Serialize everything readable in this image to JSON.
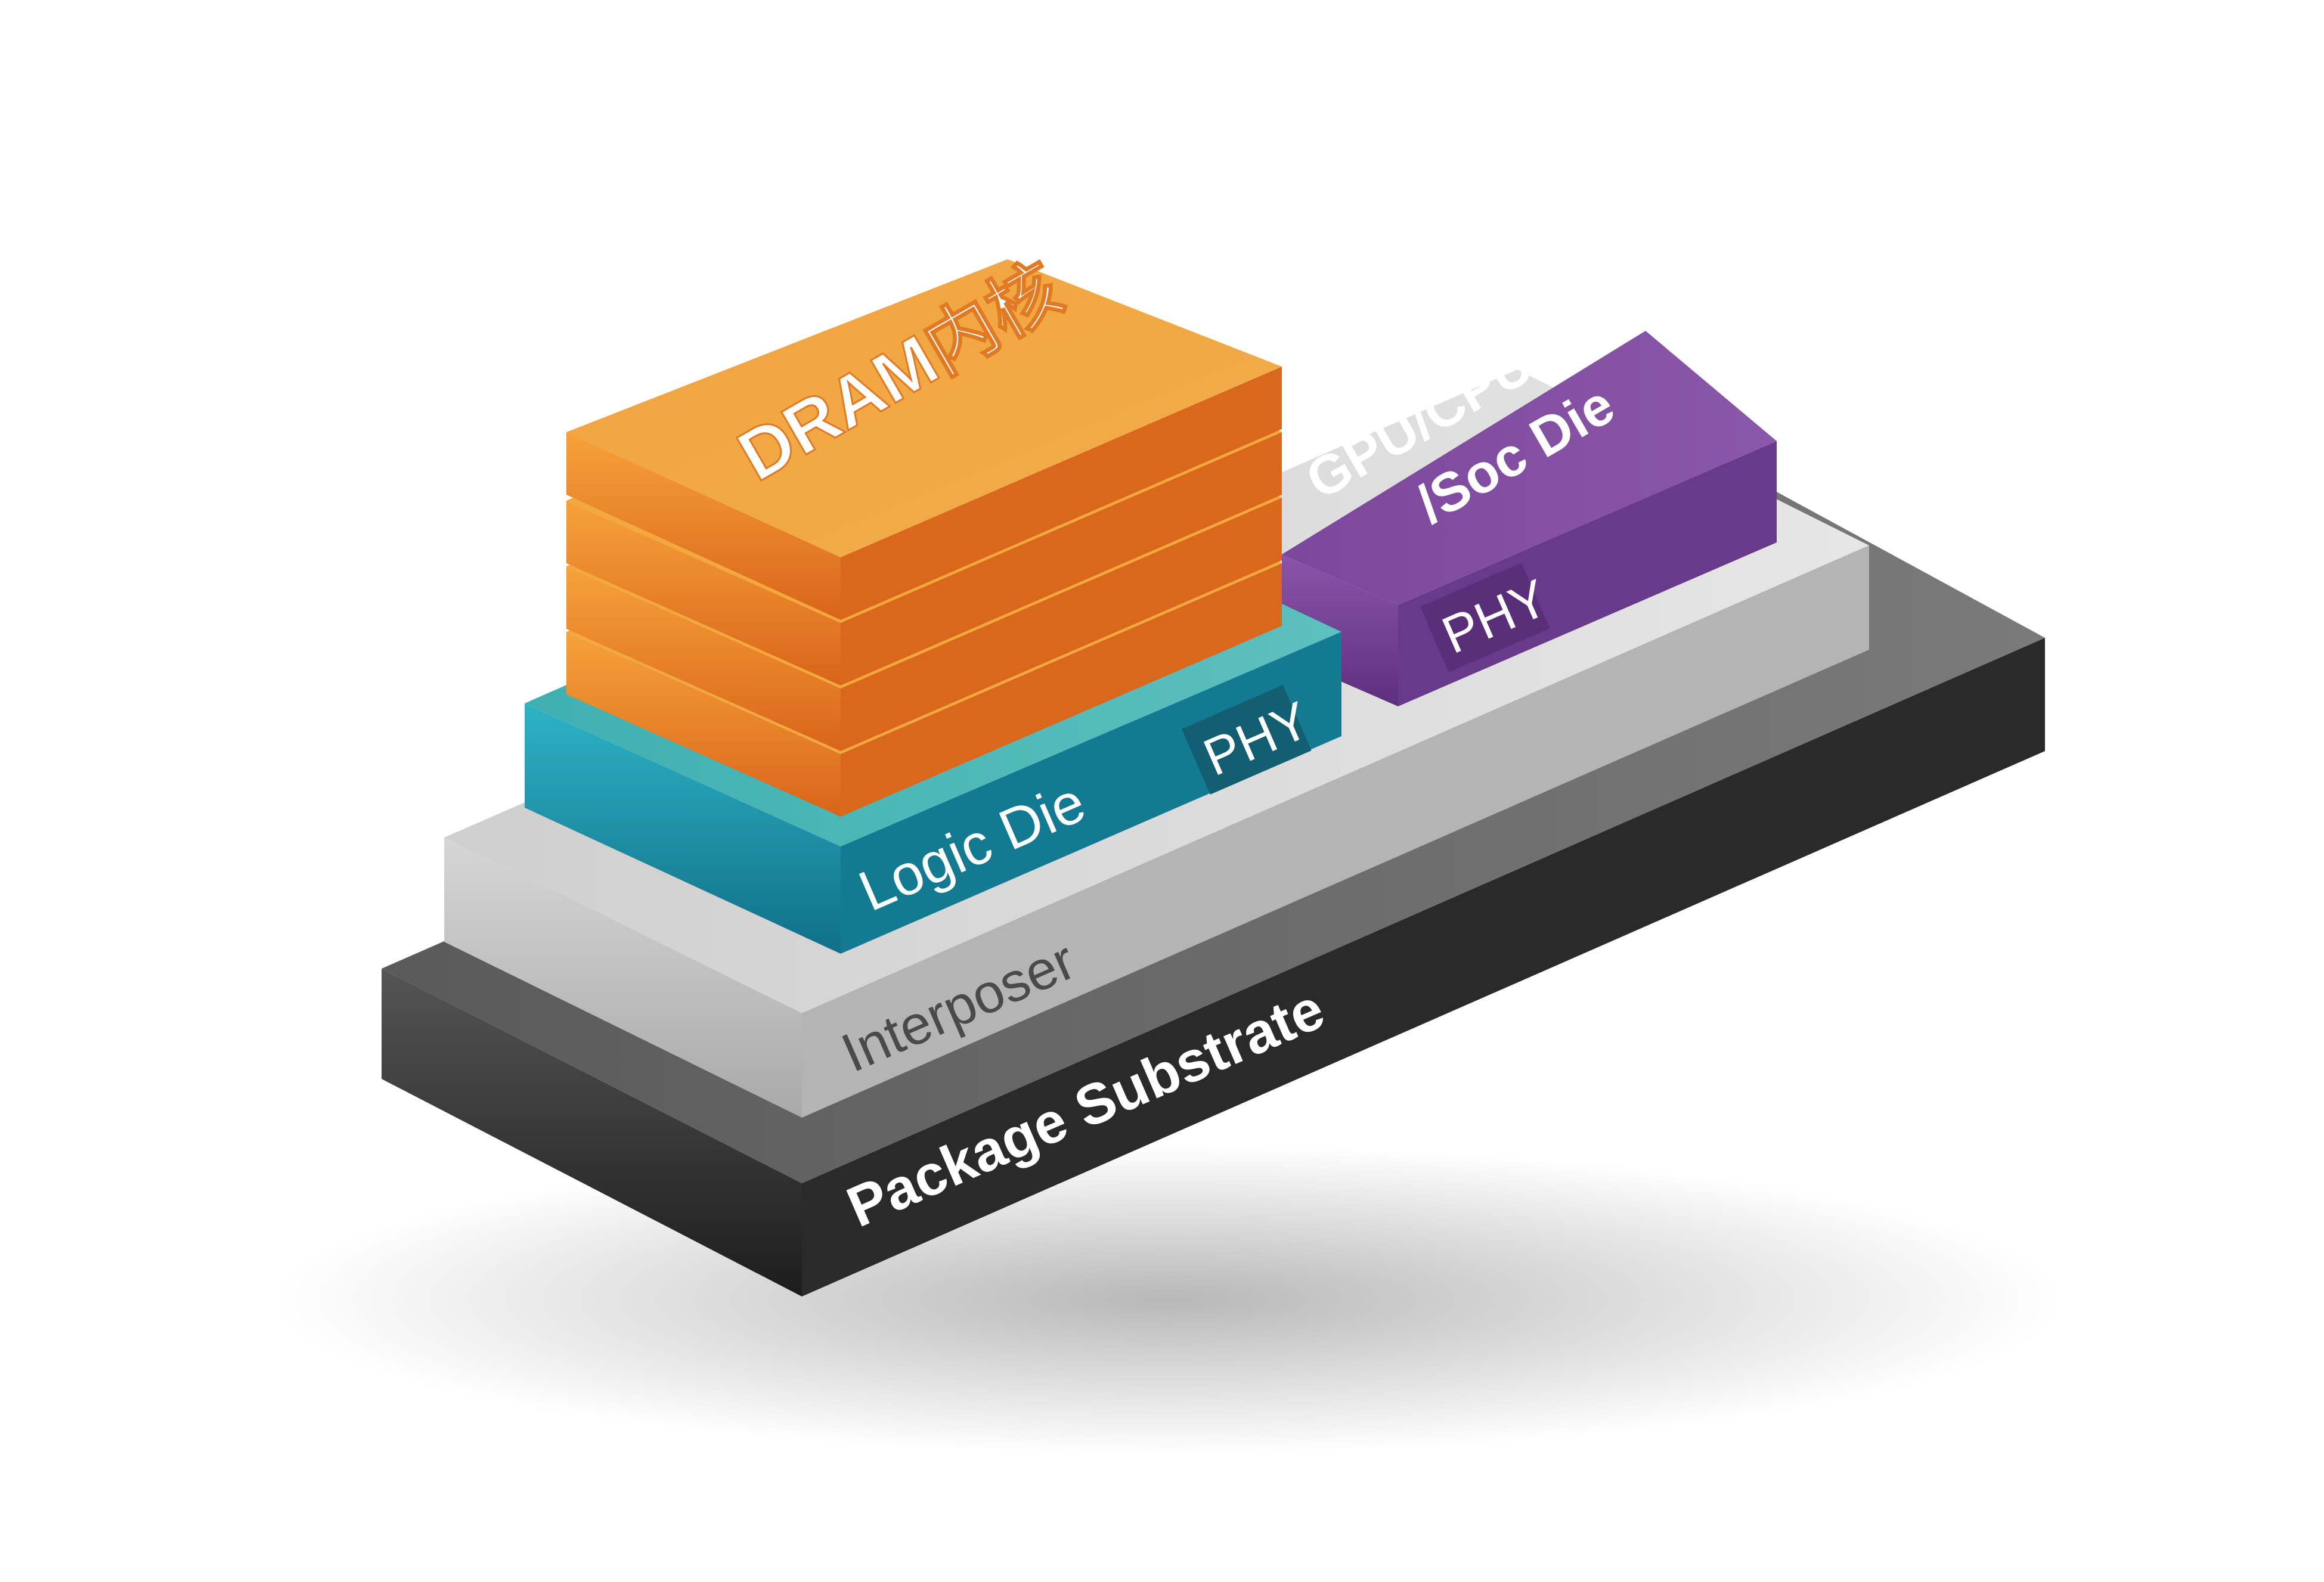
{
  "diagram": {
    "layers": {
      "package_substrate": {
        "label": "Package Substrate",
        "color": "#3a3a3a"
      },
      "interposer": {
        "label": "Interposer",
        "color": "#c4c4c4"
      },
      "logic_die": {
        "label": "Logic Die",
        "color": "#1d8fa3"
      },
      "logic_die_phy": {
        "label": "PHY",
        "color": "#135e70"
      },
      "dram_stack": {
        "label": "DRAM内核",
        "color": "#f0a23c",
        "layer_count": 4
      },
      "soc_die": {
        "line1": "GPU/CPU",
        "line2": "/Soc Die",
        "color": "#7a4a9a"
      },
      "soc_die_phy": {
        "label": "PHY",
        "color": "#5a2f7a"
      }
    }
  }
}
